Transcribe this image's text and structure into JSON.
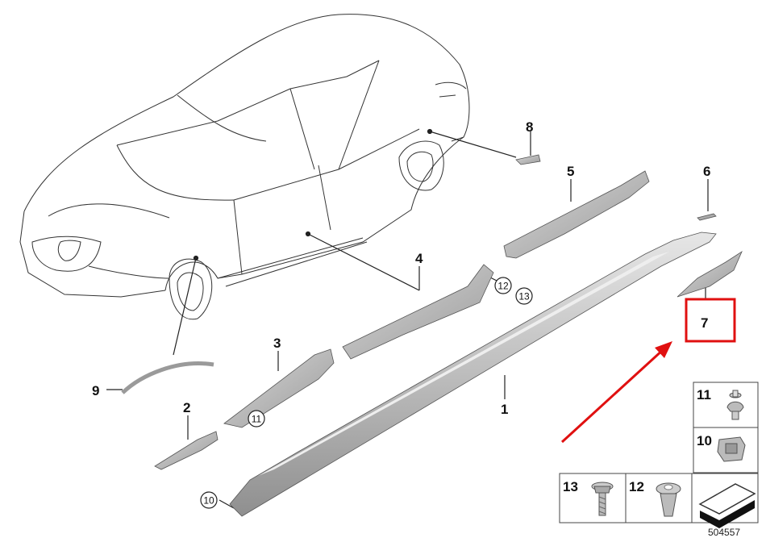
{
  "labels": {
    "p1": "1",
    "p2": "2",
    "p3": "3",
    "p4": "4",
    "p5": "5",
    "p6": "6",
    "p7": "7",
    "p8": "8",
    "p9": "9",
    "c10": "10",
    "c11": "11",
    "c12": "12",
    "c13": "13"
  },
  "fasteners": {
    "f11": "11",
    "f10": "10",
    "f13": "13",
    "f12": "12"
  },
  "diagram_number": "504557",
  "colors": {
    "highlight": "#e01010",
    "part_fill": "#c9c9c9"
  }
}
